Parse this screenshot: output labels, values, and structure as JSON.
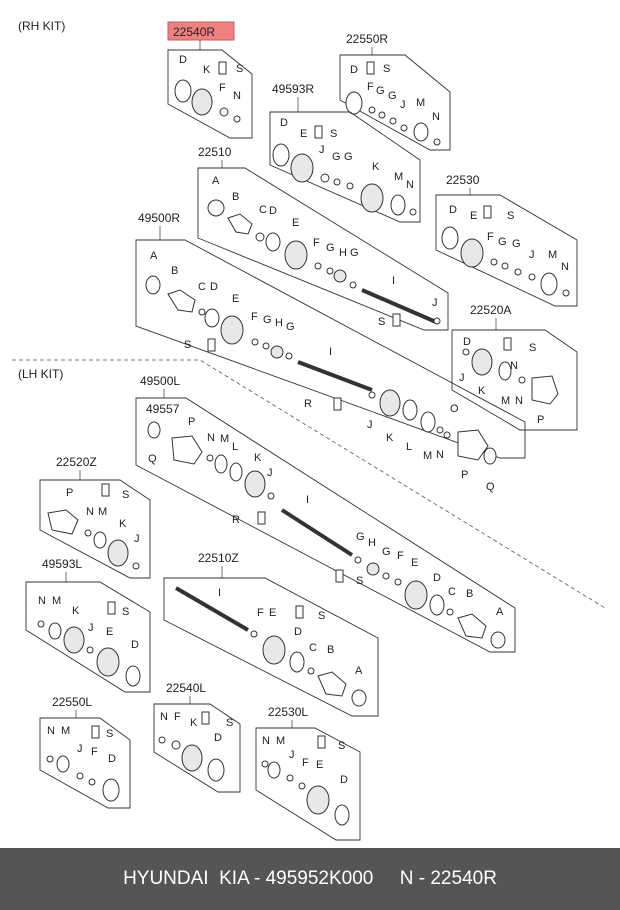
{
  "kits": {
    "rh": "(RH KIT)",
    "lh": "(LH KIT)"
  },
  "highlight_color": "#f08080",
  "footer_text": "HYUNDAI  KIA - 495952K000     N - 22540R",
  "headers": {
    "h22540R": "22540R",
    "h22550R": "22550R",
    "h49593R": "49593R",
    "h22510": "22510",
    "h22530": "22530",
    "h49500R": "49500R",
    "h22520A": "22520A",
    "h49500L": "49500L",
    "h49557": "49557",
    "h22520Z": "22520Z",
    "h49593L": "49593L",
    "h22510Z": "22510Z",
    "h22550L": "22550L",
    "h22540L": "22540L",
    "h22530L": "22530L"
  },
  "letters": {
    "A": "A",
    "B": "B",
    "C": "C",
    "D": "D",
    "E": "E",
    "F": "F",
    "G": "G",
    "H": "H",
    "I": "I",
    "J": "J",
    "K": "K",
    "L": "L",
    "M": "M",
    "N": "N",
    "O": "O",
    "P": "P",
    "Q": "Q",
    "R": "R",
    "S": "S"
  }
}
